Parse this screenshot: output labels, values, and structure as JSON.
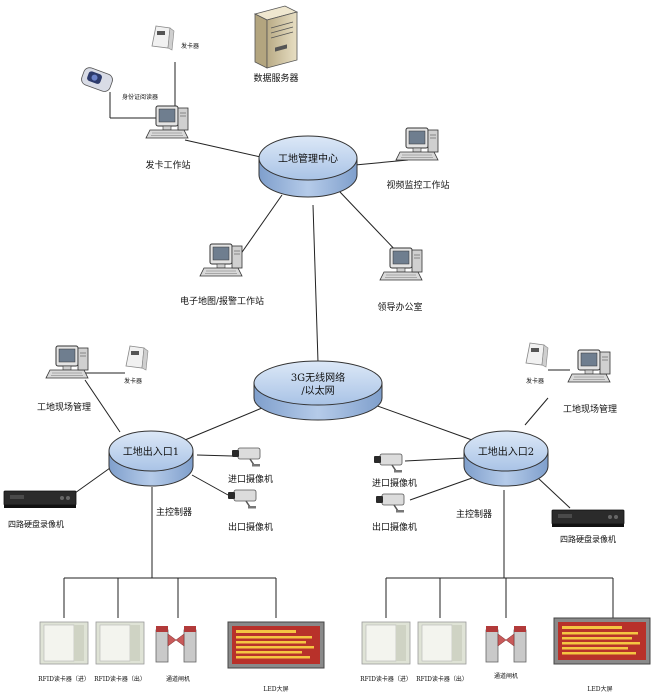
{
  "hubs": {
    "management_center": "工地管理中心",
    "wireless_line1": "3G无线网络",
    "wireless_line2": "/以太网",
    "gate1": "工地出入口1",
    "gate2": "工地出入口2"
  },
  "top": {
    "data_server": "数据服务器",
    "card_issuer": "发卡器",
    "id_reader": "身份证阅读器",
    "card_station": "发卡工作站",
    "video_station": "视频监控工作站",
    "map_station": "电子地图/报警工作站",
    "leader_office": "领导办公室"
  },
  "left_site": {
    "site_mgmt": "工地现场管理",
    "card_issuer": "发卡器",
    "dvr": "四路硬盘录像机",
    "in_camera": "进口摄像机",
    "out_camera": "出口摄像机",
    "controller": "主控制器",
    "rfid_in": "RFID读卡器（进）",
    "rfid_out": "RFID读卡器（出）",
    "turnstile": "通道闸机",
    "led": "LED大屏"
  },
  "right_site": {
    "site_mgmt": "工地现场管理",
    "card_issuer": "发卡器",
    "dvr": "四路硬盘录像机",
    "in_camera": "进口摄像机",
    "out_camera": "出口摄像机",
    "controller": "主控制器",
    "rfid_in": "RFID读卡器（进）",
    "rfid_out": "RFID读卡器（出）",
    "turnstile": "通道闸机",
    "led": "LED大屏"
  },
  "colors": {
    "hub_top": "#c7d9f1",
    "hub_side": "#8fb0d9",
    "led_bg": "#c0392b",
    "line": "#222222"
  }
}
